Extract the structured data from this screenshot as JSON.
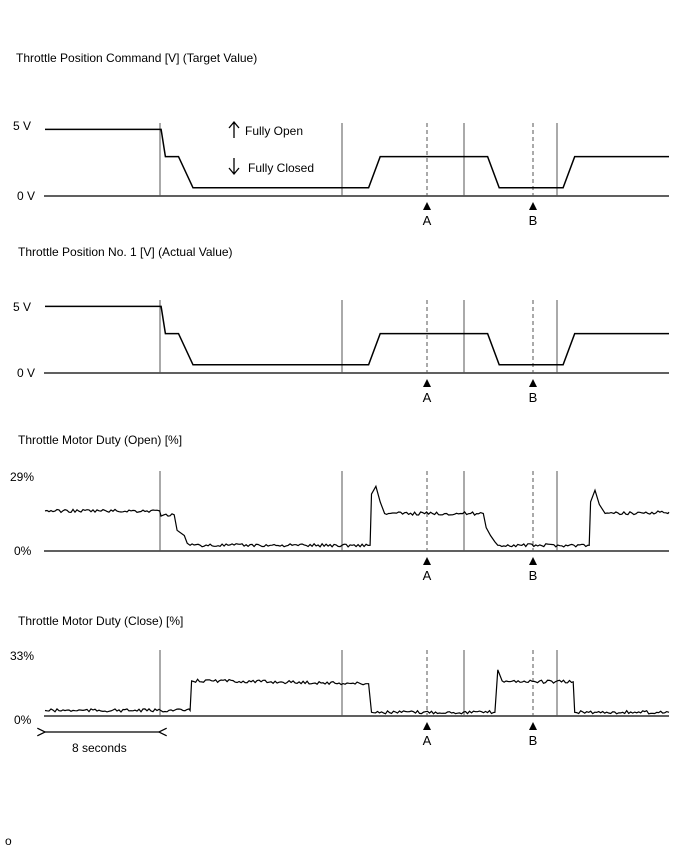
{
  "chart_data": [
    {
      "type": "line",
      "title": "Throttle Position Command [V] (Target Value)",
      "y_ticks": [
        {
          "value": 5,
          "label": "5 V"
        },
        {
          "value": 0,
          "label": "0 V"
        }
      ],
      "ylim": [
        0,
        5
      ],
      "xlim": [
        0,
        43
      ],
      "annotations": [
        "Fully Open",
        "Fully Closed"
      ],
      "series": [
        {
          "x": [
            0,
            8,
            8.3,
            9.2,
            10.2,
            22.3,
            23.1,
            30.5,
            31.3,
            33.2,
            35.7,
            36.5,
            37.8,
            43
          ],
          "y": [
            4.9,
            4.9,
            2.9,
            2.9,
            0.6,
            0.6,
            2.9,
            2.9,
            0.6,
            0.6,
            0.6,
            2.9,
            2.9,
            2.9
          ],
          "noise": 0
        }
      ]
    },
    {
      "type": "line",
      "title": "Throttle Position No. 1 [V] (Actual Value)",
      "y_ticks": [
        {
          "value": 5,
          "label": "5 V"
        },
        {
          "value": 0,
          "label": "0 V"
        }
      ],
      "ylim": [
        0,
        5
      ],
      "xlim": [
        0,
        43
      ],
      "series": [
        {
          "x": [
            0,
            8,
            8.3,
            9.2,
            10.2,
            22.3,
            23.1,
            30.5,
            31.3,
            33.2,
            35.7,
            36.5,
            37.8,
            43
          ],
          "y": [
            4.9,
            4.9,
            2.9,
            2.9,
            0.6,
            0.6,
            2.9,
            2.9,
            0.6,
            0.6,
            0.6,
            2.9,
            2.9,
            2.9
          ],
          "noise": 0
        }
      ]
    },
    {
      "type": "line",
      "title": "Throttle Motor Duty (Open) [%]",
      "y_ticks": [
        {
          "value": 29,
          "label": "29%"
        },
        {
          "value": 0,
          "label": "0%"
        }
      ],
      "ylim": [
        0,
        29
      ],
      "xlim": [
        0,
        43
      ],
      "series": [
        {
          "x": [
            0,
            7.9,
            8.0,
            8.2,
            8.9,
            9.1,
            9.6,
            9.8,
            10.0,
            22.4,
            22.5,
            22.8,
            23.1,
            23.4,
            30.2,
            30.4,
            30.7,
            31.0,
            31.2,
            37.5,
            37.6,
            37.9,
            38.2,
            38.6,
            39.2,
            43
          ],
          "y": [
            15.5,
            15.5,
            13.5,
            14,
            14,
            8,
            6,
            3,
            2.2,
            2.2,
            22,
            25,
            19,
            14.5,
            14.5,
            9,
            6,
            3.5,
            2.2,
            2.2,
            19,
            23.5,
            18,
            14.5,
            14.5,
            15
          ],
          "noise": 1
        }
      ]
    },
    {
      "type": "line",
      "title": "Throttle Motor Duty (Close) [%]",
      "y_ticks": [
        {
          "value": 33,
          "label": "33%"
        },
        {
          "value": 0,
          "label": "0%"
        }
      ],
      "ylim": [
        0,
        33
      ],
      "xlim": [
        0,
        43
      ],
      "span_label": "8 seconds",
      "series": [
        {
          "x": [
            0,
            10.0,
            10.1,
            12,
            22.1,
            22.3,
            22.5,
            31.0,
            31.2,
            31.5,
            33.8,
            36.4,
            36.5,
            43
          ],
          "y": [
            3,
            3,
            19,
            19,
            17.5,
            17.5,
            2,
            2,
            25,
            19,
            18.5,
            18.5,
            2,
            2
          ],
          "noise": 1
        }
      ]
    }
  ],
  "markers": {
    "a": "A",
    "b": "B"
  }
}
